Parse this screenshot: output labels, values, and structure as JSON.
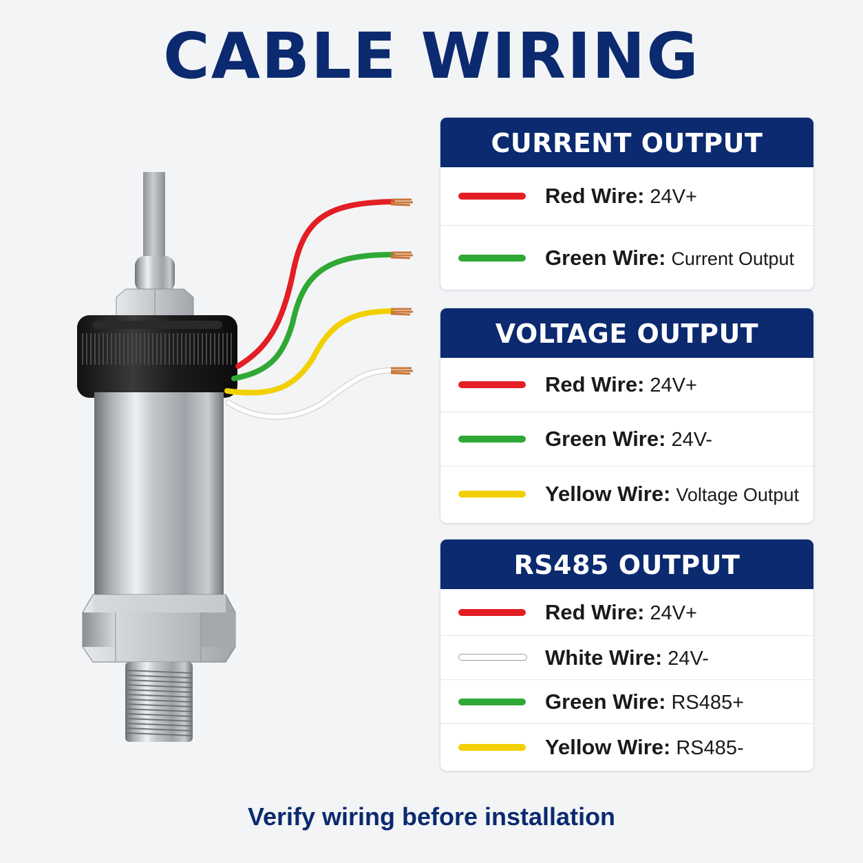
{
  "title": "CABLE WIRING",
  "colors": {
    "navy": "#0b2a6f",
    "red": "#e31e24",
    "green": "#2fa836",
    "yellow": "#f2d000",
    "white": "#ffffff"
  },
  "current_output": {
    "heading": "CURRENT OUTPUT",
    "rows": [
      {
        "color": "red",
        "name": "Red Wire:",
        "function": "24V+"
      },
      {
        "color": "green",
        "name": "Green Wire:",
        "function": "Current Output"
      }
    ]
  },
  "voltage_output": {
    "heading": "VOLTAGE OUTPUT",
    "rows": [
      {
        "color": "red",
        "name": "Red Wire:",
        "function": "24V+"
      },
      {
        "color": "green",
        "name": "Green Wire:",
        "function": "24V-"
      },
      {
        "color": "yellow",
        "name": "Yellow Wire:",
        "function": "Voltage Output"
      }
    ]
  },
  "rs485_output": {
    "heading": "RS485 OUTPUT",
    "rows": [
      {
        "color": "red",
        "name": "Red Wire:",
        "function": "24V+"
      },
      {
        "color": "white",
        "name": "White Wire:",
        "function": "24V-"
      },
      {
        "color": "green",
        "name": "Green Wire:",
        "function": "RS485+"
      },
      {
        "color": "yellow",
        "name": "Yellow Wire:",
        "function": "RS485-"
      }
    ]
  },
  "footer": "Verify wiring before installation"
}
